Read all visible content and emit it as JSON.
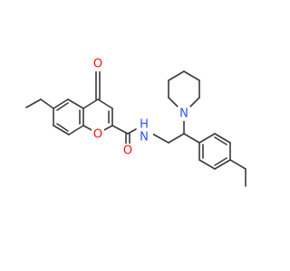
{
  "molecule": {
    "atom_labels": {
      "ketone_oxygen": "O",
      "ring_oxygen": "O",
      "amide_oxygen": "O",
      "amide_nitrogen": "N",
      "amide_hydrogen": "H",
      "piperidine_nitrogen": "N"
    },
    "colors": {
      "bond": "#3a3a3a",
      "oxygen": "#ff0d0d",
      "nitrogen": "#3050f8",
      "background": "#ffffff"
    }
  }
}
